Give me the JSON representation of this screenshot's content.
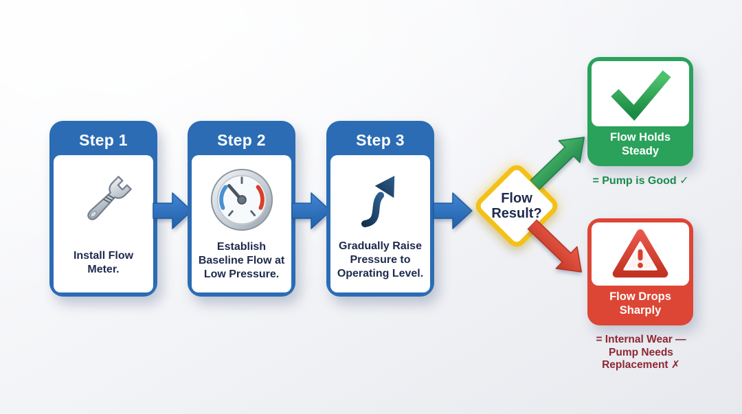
{
  "diagram": {
    "steps": [
      {
        "title": "Step 1",
        "description": "Install Flow Meter.",
        "icon": "wrench-icon"
      },
      {
        "title": "Step 2",
        "description": "Establish Baseline Flow at Low Pressure.",
        "icon": "pressure-gauge-icon"
      },
      {
        "title": "Step 3",
        "description": "Gradually Raise Pressure to Operating Level.",
        "icon": "rising-arrow-icon"
      }
    ],
    "decision": {
      "label": "Flow Result?"
    },
    "outcomes": {
      "success": {
        "label": "Flow Holds Steady",
        "caption": "= Pump is Good ✓",
        "icon": "checkmark-icon"
      },
      "failure": {
        "label": "Flow Drops Sharply",
        "caption": "= Internal Wear — Pump Needs Replacement ✗",
        "icon": "warning-triangle-icon"
      }
    }
  },
  "colors": {
    "step_blue": "#2b6cb4",
    "arrow_blue": "#2f72c2",
    "diamond_gold": "#f3c117",
    "success_green": "#2aa25b",
    "success_caption_green": "#1a8a4e",
    "danger_red": "#dd4634",
    "danger_caption_maroon": "#8e2733",
    "text_navy": "#1e2a4d"
  }
}
